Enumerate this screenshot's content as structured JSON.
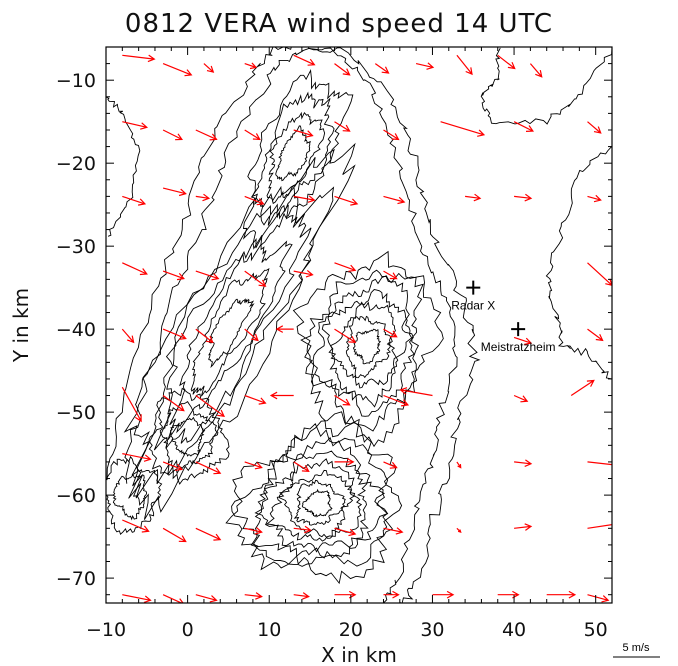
{
  "chart_data": {
    "type": "vector-contour",
    "title": "0812 VERA wind speed 14 UTC",
    "xlabel": "X in km",
    "ylabel": "Y in km",
    "xlim": [
      -10,
      52
    ],
    "ylim": [
      -73,
      -6
    ],
    "xticks": [
      -10,
      0,
      10,
      20,
      30,
      40,
      50
    ],
    "yticks": [
      -10,
      -20,
      -30,
      -40,
      -50,
      -60,
      -70
    ],
    "xtick_labels": [
      "−10",
      "0",
      "10",
      "20",
      "30",
      "40",
      "50"
    ],
    "ytick_labels": [
      "−10",
      "−20",
      "−30",
      "−40",
      "−50",
      "−60",
      "−70"
    ],
    "grid": false,
    "vector_color": "#ff0000",
    "contour_color": "#000000",
    "vector_scale": {
      "label": "5 m/s",
      "length_ms": 5
    },
    "markers": [
      {
        "label": "Radar X",
        "x": 35,
        "y": -35
      },
      {
        "label": "Meistratzheim",
        "x": 40.5,
        "y": -40
      }
    ],
    "vectors": [
      {
        "x": -8,
        "y": -7,
        "u": 3.4,
        "v": -0.4
      },
      {
        "x": -3,
        "y": -8,
        "u": 3,
        "v": -1.2
      },
      {
        "x": 2,
        "y": -8,
        "u": 1,
        "v": -0.9
      },
      {
        "x": 7,
        "y": -8,
        "u": 1.2,
        "v": -0.4
      },
      {
        "x": 13,
        "y": -7,
        "u": 2.2,
        "v": -1
      },
      {
        "x": 18,
        "y": -8,
        "u": 1.6,
        "v": -1.2
      },
      {
        "x": 23,
        "y": -8,
        "u": 1.4,
        "v": -1
      },
      {
        "x": 28,
        "y": -8,
        "u": 1.8,
        "v": -0.4
      },
      {
        "x": 33,
        "y": -7,
        "u": 1.6,
        "v": -2
      },
      {
        "x": 38,
        "y": -7,
        "u": 1.8,
        "v": -1.4
      },
      {
        "x": 42,
        "y": -8,
        "u": 1.2,
        "v": -1.4
      },
      {
        "x": -8,
        "y": -15,
        "u": 2.6,
        "v": -0.6
      },
      {
        "x": -3,
        "y": -16,
        "u": 2,
        "v": -1
      },
      {
        "x": 1,
        "y": -16,
        "u": 2.2,
        "v": -1
      },
      {
        "x": 7,
        "y": -16,
        "u": 1.6,
        "v": -1
      },
      {
        "x": 13,
        "y": -16,
        "u": 2,
        "v": -0.6
      },
      {
        "x": 18,
        "y": -15,
        "u": 1.6,
        "v": -1
      },
      {
        "x": 24,
        "y": -16,
        "u": 1.6,
        "v": -1
      },
      {
        "x": 31,
        "y": -15,
        "u": 4.6,
        "v": -1.4
      },
      {
        "x": 40,
        "y": -15,
        "u": 2,
        "v": -1
      },
      {
        "x": 49,
        "y": -15,
        "u": 1.4,
        "v": -1.2
      },
      {
        "x": -8,
        "y": -24,
        "u": 2.4,
        "v": -0.8
      },
      {
        "x": -3,
        "y": -23,
        "u": 2.4,
        "v": -0.6
      },
      {
        "x": 1,
        "y": -24,
        "u": 1.4,
        "v": -0.2
      },
      {
        "x": 7,
        "y": -24,
        "u": 2,
        "v": -0.8
      },
      {
        "x": 13,
        "y": -24,
        "u": 2.2,
        "v": -0.4
      },
      {
        "x": 18,
        "y": -24,
        "u": 2.4,
        "v": -0.8
      },
      {
        "x": 24,
        "y": -24,
        "u": 2.2,
        "v": -0.6
      },
      {
        "x": 34,
        "y": -24,
        "u": 1.6,
        "v": -0.2
      },
      {
        "x": 40,
        "y": -24,
        "u": 1.8,
        "v": -0.2
      },
      {
        "x": 49,
        "y": -24,
        "u": 1.4,
        "v": -0.4
      },
      {
        "x": -8,
        "y": -32,
        "u": 2.6,
        "v": -1.2
      },
      {
        "x": -3,
        "y": -33,
        "u": 2.2,
        "v": -0.8
      },
      {
        "x": 1,
        "y": -33,
        "u": 2.4,
        "v": -0.8
      },
      {
        "x": 7,
        "y": -33,
        "u": 2.2,
        "v": -1.6
      },
      {
        "x": 13,
        "y": -33,
        "u": 2,
        "v": -0.4
      },
      {
        "x": 18,
        "y": -32,
        "u": 2.2,
        "v": -0.8
      },
      {
        "x": 24,
        "y": -33,
        "u": 1.4,
        "v": -0.8
      },
      {
        "x": 49,
        "y": -32,
        "u": 2.6,
        "v": -2.4
      },
      {
        "x": -8,
        "y": -40,
        "u": 1.2,
        "v": -1.4
      },
      {
        "x": -3,
        "y": -40,
        "u": 2.4,
        "v": -1
      },
      {
        "x": 1,
        "y": -40,
        "u": 1.8,
        "v": -1.4
      },
      {
        "x": 7,
        "y": -40,
        "u": 1.4,
        "v": -1.2
      },
      {
        "x": 13,
        "y": -40,
        "u": -1.8,
        "v": 0
      },
      {
        "x": 18,
        "y": -40,
        "u": 2.2,
        "v": -1.4
      },
      {
        "x": 24,
        "y": -40,
        "u": 1.4,
        "v": -0.8
      },
      {
        "x": 40,
        "y": -41,
        "u": 1.8,
        "v": -0.6
      },
      {
        "x": 49,
        "y": -40,
        "u": 1.6,
        "v": -1.2
      },
      {
        "x": -8,
        "y": -47,
        "u": 2,
        "v": -3.6
      },
      {
        "x": -3,
        "y": -48,
        "u": 2.2,
        "v": -1.6
      },
      {
        "x": 1,
        "y": -48,
        "u": 3,
        "v": -2.2
      },
      {
        "x": 7,
        "y": -48,
        "u": 2.2,
        "v": -0.8
      },
      {
        "x": 13,
        "y": -48,
        "u": -2.4,
        "v": 0
      },
      {
        "x": 18,
        "y": -48,
        "u": 1.6,
        "v": -1
      },
      {
        "x": 24,
        "y": -48,
        "u": 2.6,
        "v": -1
      },
      {
        "x": 30,
        "y": -48,
        "u": -3.4,
        "v": 0.6
      },
      {
        "x": 40,
        "y": -48,
        "u": 1.4,
        "v": -0.6
      },
      {
        "x": 47,
        "y": -48,
        "u": 2.4,
        "v": 1.6
      },
      {
        "x": -8,
        "y": -55,
        "u": 3,
        "v": -0.6
      },
      {
        "x": -3,
        "y": -56,
        "u": 2,
        "v": -0.8
      },
      {
        "x": 1,
        "y": -56,
        "u": 2.6,
        "v": -1.2
      },
      {
        "x": 7,
        "y": -56,
        "u": 1.8,
        "v": -0.6
      },
      {
        "x": 13,
        "y": -56,
        "u": 1.6,
        "v": -1
      },
      {
        "x": 18,
        "y": -56,
        "u": 2,
        "v": 0
      },
      {
        "x": 24,
        "y": -56,
        "u": 1.4,
        "v": -0.6
      },
      {
        "x": 33,
        "y": -56,
        "u": 0.4,
        "v": -0.6
      },
      {
        "x": 40,
        "y": -56,
        "u": 1.8,
        "v": -0.2
      },
      {
        "x": 49,
        "y": -56,
        "u": 3.6,
        "v": -0.4
      },
      {
        "x": -8,
        "y": -63,
        "u": 2.8,
        "v": -1.2
      },
      {
        "x": -3,
        "y": -64,
        "u": 2.4,
        "v": -1.4
      },
      {
        "x": 1,
        "y": -64,
        "u": 2.6,
        "v": -1.2
      },
      {
        "x": 7,
        "y": -64,
        "u": 1.8,
        "v": -0.4
      },
      {
        "x": 13,
        "y": -64,
        "u": 1.8,
        "v": -0.2
      },
      {
        "x": 18,
        "y": -64,
        "u": 2.2,
        "v": -0.6
      },
      {
        "x": 24,
        "y": -64,
        "u": 2,
        "v": -0.4
      },
      {
        "x": 33,
        "y": -64,
        "u": 0.4,
        "v": -0.4
      },
      {
        "x": 40,
        "y": -64,
        "u": 1.8,
        "v": 0.2
      },
      {
        "x": 49,
        "y": -64,
        "u": 4,
        "v": 0.6
      },
      {
        "x": -8,
        "y": -72,
        "u": 3,
        "v": -0.6
      },
      {
        "x": -3,
        "y": -72,
        "u": 2.2,
        "v": -1
      },
      {
        "x": 1,
        "y": -72,
        "u": 2.2,
        "v": -0.6
      },
      {
        "x": 7,
        "y": -72,
        "u": 1.8,
        "v": -0.2
      },
      {
        "x": 13,
        "y": -72,
        "u": 1.6,
        "v": -0.2
      },
      {
        "x": 18,
        "y": -72,
        "u": 2.2,
        "v": 0
      },
      {
        "x": 24,
        "y": -72,
        "u": 1.6,
        "v": 0
      },
      {
        "x": 30,
        "y": -72,
        "u": 2.2,
        "v": 0
      },
      {
        "x": 38,
        "y": -72,
        "u": 2.2,
        "v": 0
      },
      {
        "x": 44,
        "y": -72,
        "u": 3,
        "v": 0
      },
      {
        "x": 49,
        "y": -72,
        "u": 2.2,
        "v": -0.6
      }
    ],
    "contours": [
      {
        "name": "western-ridge",
        "cx": 5,
        "cy": -40,
        "rx": 5.2,
        "ry": 22.5,
        "rot": -30,
        "levels": 6,
        "w": 3.2
      },
      {
        "name": "central-massif",
        "cx": 22,
        "cy": -42,
        "rx": 7.2,
        "ry": 10,
        "rot": -10,
        "levels": 7,
        "w": 3.2
      },
      {
        "name": "southern-massif",
        "cx": 16,
        "cy": -61,
        "rx": 9.5,
        "ry": 8.2,
        "rot": 15,
        "levels": 8,
        "w": 2.8
      },
      {
        "name": "northern-spur",
        "cx": 13,
        "cy": -19,
        "rx": 3.6,
        "ry": 9.5,
        "rot": -25,
        "levels": 4,
        "w": 4
      },
      {
        "name": "southwest-lobe",
        "cx": -7,
        "cy": -60,
        "rx": 2.6,
        "ry": 3.6,
        "rot": 0,
        "levels": 2,
        "w": 4
      },
      {
        "name": "west-valley-lobe",
        "cx": 0,
        "cy": -53,
        "rx": 3.8,
        "ry": 4.5,
        "rot": 0,
        "levels": 3,
        "w": 4
      }
    ],
    "outer_contour": [
      [
        -10,
        -58
      ],
      [
        -8,
        -48
      ],
      [
        -4,
        -36
      ],
      [
        0,
        -26
      ],
      [
        3,
        -17
      ],
      [
        8,
        -9
      ],
      [
        11,
        -6
      ],
      [
        17,
        -6
      ],
      [
        22,
        -10
      ],
      [
        25,
        -17
      ],
      [
        27,
        -24
      ],
      [
        29,
        -31
      ],
      [
        32,
        -37
      ],
      [
        33,
        -43
      ],
      [
        31,
        -50
      ],
      [
        30,
        -56
      ],
      [
        28,
        -62
      ],
      [
        26,
        -70
      ],
      [
        24,
        -73
      ]
    ],
    "plain_edge": [
      [
        38,
        -6
      ],
      [
        38,
        -10
      ],
      [
        36,
        -12
      ],
      [
        37,
        -15
      ],
      [
        44,
        -15
      ],
      [
        48,
        -12
      ],
      [
        52,
        -6
      ]
    ],
    "east_edge": [
      [
        52,
        -18
      ],
      [
        48,
        -21
      ],
      [
        46,
        -28
      ],
      [
        44,
        -34
      ],
      [
        45,
        -38
      ],
      [
        46,
        -42
      ],
      [
        49,
        -43
      ],
      [
        52,
        -46
      ]
    ],
    "west_fragment": [
      [
        -10,
        -29
      ],
      [
        -7,
        -24
      ],
      [
        -6,
        -18
      ],
      [
        -8,
        -14
      ],
      [
        -10,
        -12
      ]
    ]
  }
}
